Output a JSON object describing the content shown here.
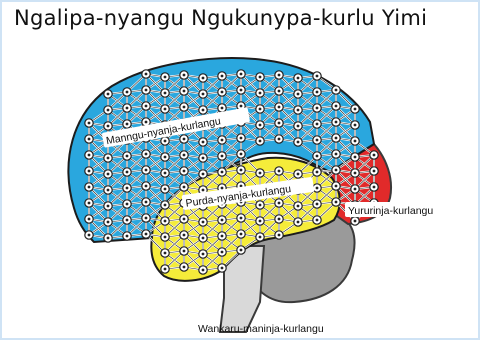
{
  "title": "Ngalipa-nyangu Ngukunypa-kurlu Yimi",
  "regions": {
    "frontal": {
      "label": "Manngu-nyanja-kurlangu",
      "color": "#2aa7de"
    },
    "temporal": {
      "label": "Purda-nyanja-kurlangu",
      "color": "#f5ec3a"
    },
    "occipital": {
      "label": "Yururinja-kurlangu",
      "color": "#e12a2a"
    },
    "cerebellum": {
      "label": "Wankaru-maninja-kurlangu",
      "color": "#9a9a9a"
    }
  }
}
